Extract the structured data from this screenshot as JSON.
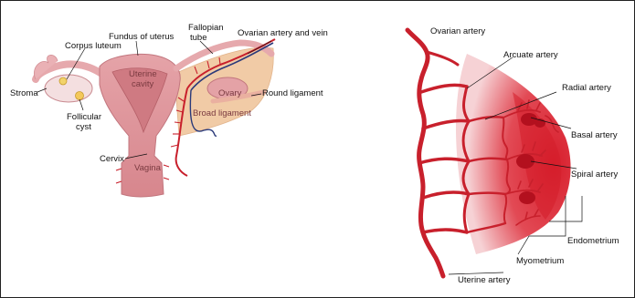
{
  "left_diagram": {
    "labels": {
      "corpus_luteum": "Corpus luteum",
      "fundus_of_uterus": "Fundus of uterus",
      "fallopian_tube_line1": "Fallopian",
      "fallopian_tube_line2": "tube",
      "ovarian_artery_and_vein": "Ovarian artery and vein",
      "uterine_cavity_line1": "Uterine",
      "uterine_cavity_line2": "cavity",
      "stroma": "Stroma",
      "follicular_cyst_line1": "Follicular",
      "follicular_cyst_line2": "cyst",
      "ovary": "Ovary",
      "round_ligament": "Round ligament",
      "broad_ligament": "Broad ligament",
      "cervix": "Cervix",
      "vagina": "Vagina"
    }
  },
  "right_diagram": {
    "labels": {
      "ovarian_artery": "Ovarian artery",
      "arcuate_artery": "Arcuate artery",
      "radial_artery": "Radial artery",
      "basal_artery": "Basal artery",
      "spiral_artery": "Spiral artery",
      "endometrium": "Endometrium",
      "myometrium": "Myometrium",
      "uterine_artery": "Uterine artery"
    }
  },
  "colors": {
    "artery": "#c8202c",
    "tissue": "#d8868e",
    "ligament": "#f0c9a3",
    "endometrium": "#e23340"
  }
}
